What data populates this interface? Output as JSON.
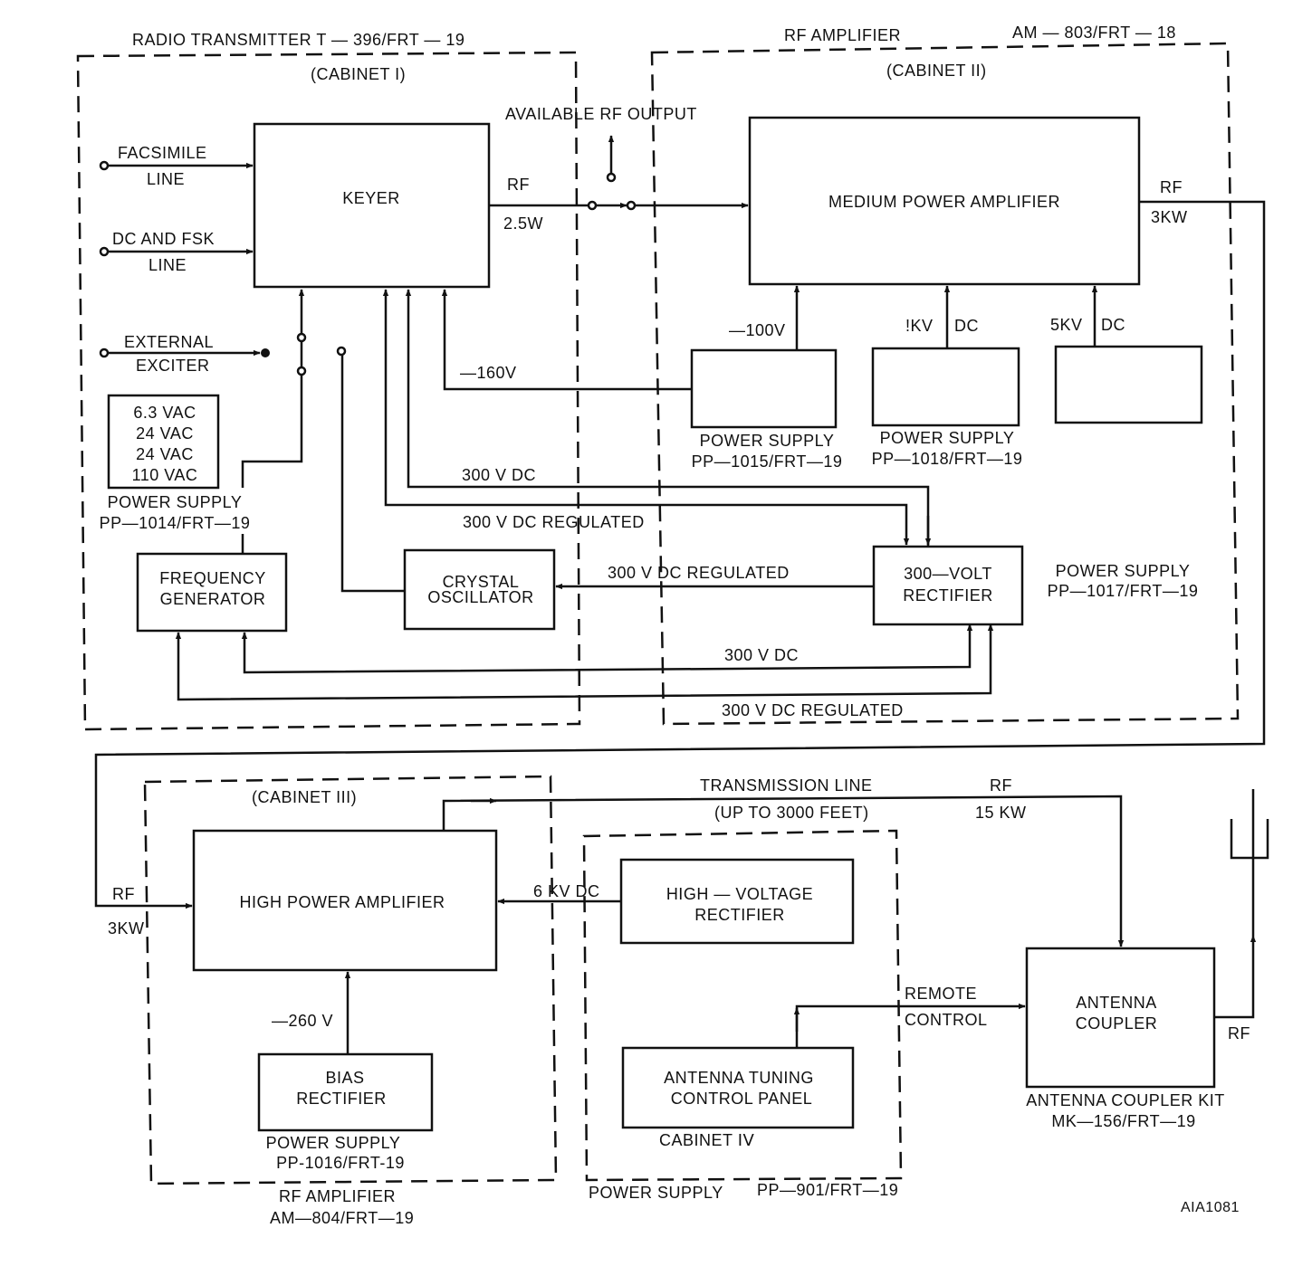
{
  "cabinets": {
    "transmitter_title": "RADIO TRANSMITTER T — 396/FRT — 19",
    "cabinet_1": "(CABINET I)",
    "rf_amp_title": "RF AMPLIFIER",
    "rf_amp_model": "AM — 803/FRT — 18",
    "cabinet_2": "(CABINET II)",
    "cabinet_3": "(CABINET III)",
    "rf_amp_bottom_title": "RF AMPLIFIER",
    "rf_amp_bottom_model": "AM—804/FRT—19",
    "cabinet_4": "CABINET ⅠⅤ",
    "power_supply_901_label": "POWER SUPPLY",
    "power_supply_901_model": "PP—901/FRT—19"
  },
  "blocks": {
    "keyer": "KEYER",
    "medium_power_amplifier": "MEDIUM POWER AMPLIFIER",
    "ps_1015_label": "POWER SUPPLY",
    "ps_1015_model": "PP—1015/FRT—19",
    "ps_1018_label": "POWER SUPPLY",
    "ps_1018_model": "PP—1018/FRT—19",
    "ps_1014_voltages": [
      "6.3 VAC",
      "24 VAC",
      "24 VAC",
      "110 VAC"
    ],
    "ps_1014_label": "POWER SUPPLY",
    "ps_1014_model": "PP—1014/FRT—19",
    "frequency_generator_1": "FREQUENCY",
    "frequency_generator_2": "GENERATOR",
    "crystal_oscillator_1": "CRYSTAL",
    "crystal_oscillator_2": "OSCILLATOR",
    "rectifier_300v_1": "300—VOLT",
    "rectifier_300v_2": "RECTIFIER",
    "ps_1017_label": "POWER SUPPLY",
    "ps_1017_model": "PP—1017/FRT—19",
    "high_power_amplifier": "HIGH POWER AMPLIFIER",
    "bias_rectifier_1": "BIAS",
    "bias_rectifier_2": "RECTIFIER",
    "ps_1016_label": "POWER  SUPPLY",
    "ps_1016_model": "PP-1016/FRT-19",
    "hv_rectifier_1": "HIGH — VOLTAGE",
    "hv_rectifier_2": "RECTIFIER",
    "antenna_tuning_1": "ANTENNA TUNING",
    "antenna_tuning_2": "CONTROL PANEL",
    "antenna_coupler_1": "ANTENNA",
    "antenna_coupler_2": "COUPLER",
    "coupler_kit_label": "ANTENNA COUPLER KIT",
    "coupler_kit_model": "MK—156/FRT—19"
  },
  "inputs": {
    "facsimile": "FACSIMILE",
    "facsimile_line": "LINE",
    "dc_fsk": "DC AND FSK",
    "dc_fsk_line": "LINE",
    "external": "EXTERNAL",
    "exciter": "EXCITER"
  },
  "signals": {
    "available_rf_output": "AVAILABLE RF OUTPUT",
    "rf_1": "RF",
    "power_2_5w": "2.5W",
    "rf_2": "RF",
    "power_3kw_a": "3KW",
    "minus_100v": "—100V",
    "kv_1_dc_a": "!KV",
    "kv_1_dc_b": "DC",
    "kv_5_dc_a": "5KV",
    "kv_5_dc_b": "DC",
    "minus_160v": "—160V",
    "v300_dc_1": "300 V DC",
    "v300_dc_reg_1": "300 V DC REGULATED",
    "v300_dc_reg_2": "300 V DC REGULATED",
    "v300_dc_2": "300 V DC",
    "v300_dc_reg_3": "300 V DC REGULATED",
    "transmission_line": "TRANSMISSION LINE",
    "transmission_length": "(UP TO 3000 FEET)",
    "rf_3": "RF",
    "power_15kw": "15 KW",
    "rf_4": "RF",
    "power_3kw_b": "3KW",
    "kv_6_dc": "6 KV DC",
    "minus_260v": "—260 V",
    "remote": "REMOTE",
    "control": "CONTROL",
    "rf_5": "RF"
  },
  "figure_id": "AIA1081"
}
